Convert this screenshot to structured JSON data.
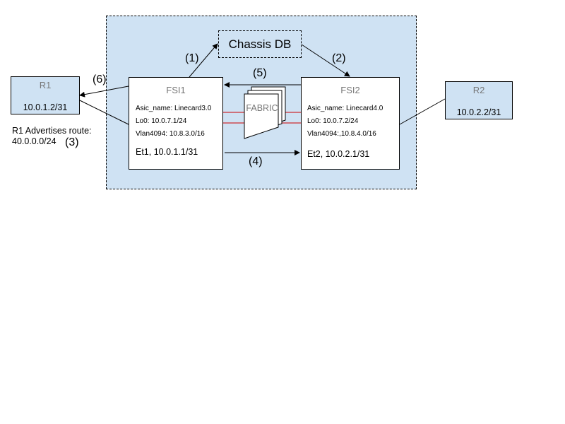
{
  "colors": {
    "chassis_fill": "#cfe2f3",
    "fabric_link": "#cc0000"
  },
  "chassis_db": {
    "label": "Chassis DB"
  },
  "fsi1": {
    "title": "FSI1",
    "asic": "Asic_name: Linecard3.0",
    "lo0": "Lo0: 10.0.7.1/24",
    "vlan": "Vlan4094: 10.8.3.0/16",
    "eth": "Et1, 10.0.1.1/31"
  },
  "fsi2": {
    "title": "FSI2",
    "asic": "Asic_name: Linecard4.0",
    "lo0": "Lo0: 10.0.7.2/24",
    "vlan": "Vlan4094:,10.8.4.0/16",
    "eth": "Et2, 10.0.2.1/31"
  },
  "r1": {
    "title": "R1",
    "ip": "10.0.1.2/31"
  },
  "r2": {
    "title": "R2",
    "ip": "10.0.2.2/31"
  },
  "r1_note": {
    "line1": "R1 Advertises route:",
    "line2": "40.0.0.0/24"
  },
  "fabric": {
    "label": "FABRIC"
  },
  "steps": {
    "s1": "(1)",
    "s2": "(2)",
    "s3": "(3)",
    "s4": "(4)",
    "s5": "(5)",
    "s6": "(6)"
  }
}
